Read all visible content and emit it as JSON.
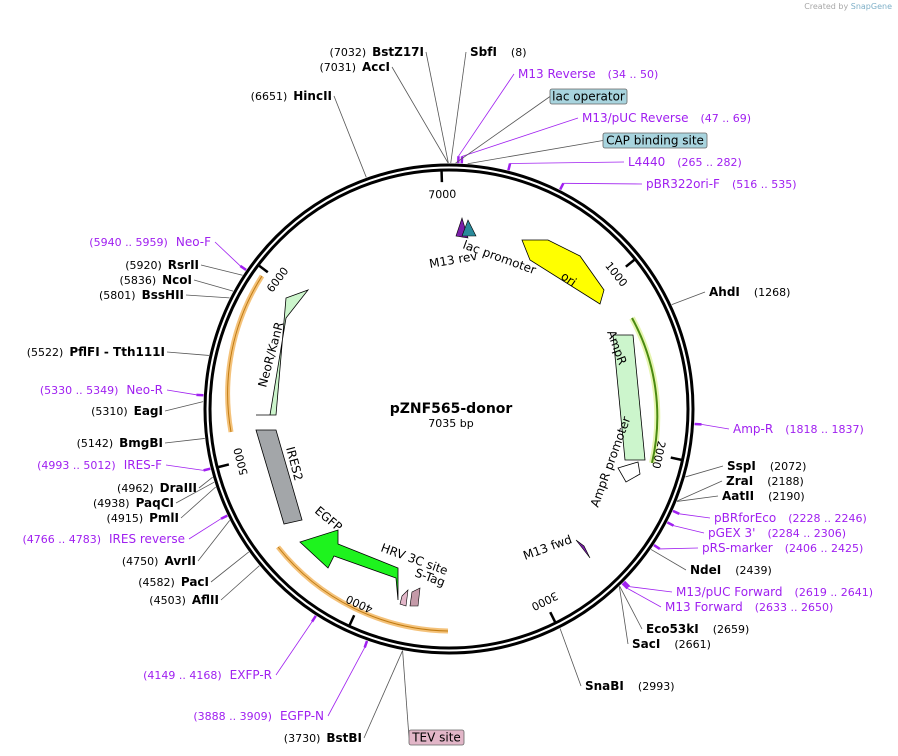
{
  "credit": {
    "prefix": "Created by",
    "brand": "SnapGene"
  },
  "plasmid": {
    "name": "pZNF565-donor",
    "length_label": "7035 bp",
    "length": 7035
  },
  "colors": {
    "backbone": "#000000",
    "ori": "#ffff00",
    "ampr": "#ccf5cc",
    "neokan": "#ccf5cc",
    "egfp": "#1ef31e",
    "ires": "#a3a6a9",
    "primer": "#a020f0",
    "enzyme_text": "#000000",
    "primer_text": "#a020f0",
    "orange_arc": "#f0b060",
    "green_arc": "#6bbf2a",
    "lac_box": "#a8d4de",
    "tev_box": "#e2b6c8"
  },
  "ticks": [
    {
      "pos": 1000,
      "label": "1000"
    },
    {
      "pos": 2000,
      "label": "2000"
    },
    {
      "pos": 3000,
      "label": "3000"
    },
    {
      "pos": 4000,
      "label": "4000"
    },
    {
      "pos": 5000,
      "label": "5000"
    },
    {
      "pos": 6000,
      "label": "6000"
    },
    {
      "pos": 7000,
      "label": "7000"
    }
  ],
  "enzymes": [
    {
      "name": "BstZ17I",
      "num": "(7032)",
      "side": "left"
    },
    {
      "name": "SbfI",
      "num": "(8)",
      "side": "right"
    },
    {
      "name": "AccI",
      "num": "(7031)",
      "side": "left"
    },
    {
      "name": "HincII",
      "num": "(6651)",
      "side": "left"
    },
    {
      "name": "AhdI",
      "num": "(1268)",
      "side": "right"
    },
    {
      "name": "SspI",
      "num": "(2072)",
      "side": "right"
    },
    {
      "name": "ZraI",
      "num": "(2188)",
      "side": "right"
    },
    {
      "name": "AatII",
      "num": "(2190)",
      "side": "right"
    },
    {
      "name": "NdeI",
      "num": "(2439)",
      "side": "right"
    },
    {
      "name": "Eco53kI",
      "num": "(2659)",
      "side": "right"
    },
    {
      "name": "SacI",
      "num": "(2661)",
      "side": "right"
    },
    {
      "name": "SnaBI",
      "num": "(2993)",
      "side": "right"
    },
    {
      "name": "BstBI",
      "num": "(3730)",
      "side": "left"
    },
    {
      "name": "AflII",
      "num": "(4503)",
      "side": "left"
    },
    {
      "name": "PacI",
      "num": "(4582)",
      "side": "left"
    },
    {
      "name": "AvrII",
      "num": "(4750)",
      "side": "left"
    },
    {
      "name": "PmlI",
      "num": "(4915)",
      "side": "left"
    },
    {
      "name": "PaqCI",
      "num": "(4938)",
      "side": "left"
    },
    {
      "name": "DraIII",
      "num": "(4962)",
      "side": "left"
    },
    {
      "name": "BmgBI",
      "num": "(5142)",
      "side": "left"
    },
    {
      "name": "EagI",
      "num": "(5310)",
      "side": "left"
    },
    {
      "name": "PflFI - Tth111I",
      "num": "(5522)",
      "side": "left"
    },
    {
      "name": "BssHII",
      "num": "(5801)",
      "side": "left"
    },
    {
      "name": "NcoI",
      "num": "(5836)",
      "side": "left"
    },
    {
      "name": "RsrII",
      "num": "(5920)",
      "side": "left"
    }
  ],
  "primers": [
    {
      "name": "M13 Reverse",
      "range": "(34 .. 50)",
      "side": "right"
    },
    {
      "name": "M13/pUC Reverse",
      "range": "(47 .. 69)",
      "side": "right"
    },
    {
      "name": "L4440",
      "range": "(265 .. 282)",
      "side": "right"
    },
    {
      "name": "pBR322ori-F",
      "range": "(516 .. 535)",
      "side": "right"
    },
    {
      "name": "Amp-R",
      "range": "(1818 .. 1837)",
      "side": "right"
    },
    {
      "name": "pBRforEco",
      "range": "(2228 .. 2246)",
      "side": "right"
    },
    {
      "name": "pGEX 3'",
      "range": "(2284 .. 2306)",
      "side": "right"
    },
    {
      "name": "pRS-marker",
      "range": "(2406 .. 2425)",
      "side": "right"
    },
    {
      "name": "M13/pUC Forward",
      "range": "(2619 .. 2641)",
      "side": "right"
    },
    {
      "name": "M13 Forward",
      "range": "(2633 .. 2650)",
      "side": "right"
    },
    {
      "name": "EGFP-N",
      "range": "(3888 .. 3909)",
      "side": "left"
    },
    {
      "name": "EXFP-R",
      "range": "(4149 .. 4168)",
      "side": "left"
    },
    {
      "name": "IRES reverse",
      "range": "(4766 .. 4783)",
      "side": "left"
    },
    {
      "name": "IRES-F",
      "range": "(4993 .. 5012)",
      "side": "left"
    },
    {
      "name": "Neo-R",
      "range": "(5330 .. 5349)",
      "side": "left"
    },
    {
      "name": "Neo-F",
      "range": "(5940 .. 5959)",
      "side": "left"
    }
  ],
  "boxed_features": [
    {
      "name": "lac operator",
      "kind": "lac"
    },
    {
      "name": "CAP binding site",
      "kind": "lac"
    },
    {
      "name": "TEV site",
      "kind": "tev"
    }
  ],
  "features": [
    {
      "name": "ori",
      "type": "arrow",
      "color": "ori"
    },
    {
      "name": "AmpR",
      "type": "arrow",
      "color": "ampr"
    },
    {
      "name": "AmpR promoter",
      "type": "label"
    },
    {
      "name": "NeoR/KanR",
      "type": "arrow",
      "color": "neokan"
    },
    {
      "name": "IRES2",
      "type": "block",
      "color": "ires"
    },
    {
      "name": "EGFP",
      "type": "arrow",
      "color": "egfp"
    },
    {
      "name": "HRV 3C site",
      "type": "label"
    },
    {
      "name": "S-Tag",
      "type": "label"
    },
    {
      "name": "lac promoter",
      "type": "label"
    },
    {
      "name": "M13 rev",
      "type": "label"
    },
    {
      "name": "M13 fwd",
      "type": "label"
    }
  ]
}
